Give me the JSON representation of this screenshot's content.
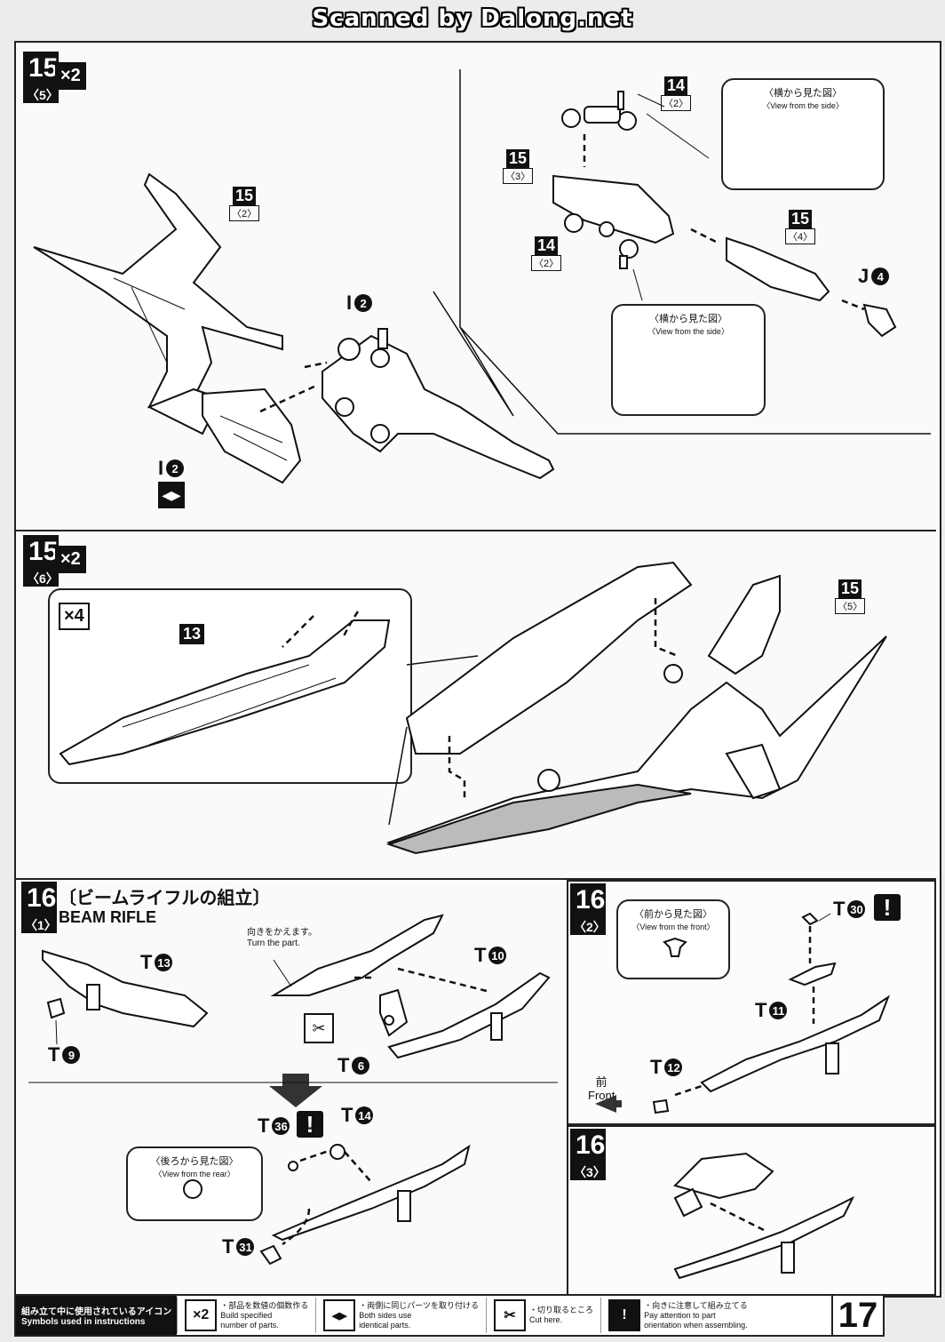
{
  "watermark": "Scanned by Dalong.net",
  "steps": {
    "s15_5": {
      "num": "15",
      "sub": "〈5〉",
      "mult": "×2",
      "refs": {
        "r15_2": {
          "n": "15",
          "s": "〈2〉"
        },
        "r14_2a": {
          "n": "14",
          "s": "〈2〉"
        },
        "r15_3": {
          "n": "15",
          "s": "〈3〉"
        },
        "r14_2b": {
          "n": "14",
          "s": "〈2〉"
        },
        "r15_4": {
          "n": "15",
          "s": "〈4〉"
        }
      },
      "tags": {
        "i2a": {
          "l": "I",
          "n": "2"
        },
        "i2b": {
          "l": "I",
          "n": "2"
        },
        "j4": {
          "l": "J",
          "n": "4"
        }
      },
      "callout_side_1": {
        "jp": "〈横から見た図〉",
        "en": "〈View from the side〉"
      },
      "callout_side_2": {
        "jp": "〈横から見た図〉",
        "en": "〈View from the side〉"
      }
    },
    "s15_6": {
      "num": "15",
      "sub": "〈6〉",
      "mult": "×2",
      "inset_mult": "×4",
      "part_13": "13",
      "ref_15_5": {
        "n": "15",
        "s": "〈5〉"
      }
    },
    "s16_1": {
      "num": "16",
      "sub": "〈1〉",
      "title_jp": "〔ビームライフルの組立〕",
      "title_en": "BEAM RIFLE",
      "turn_jp": "向きをかえます。",
      "turn_en": "Turn the part.",
      "tags": {
        "t13": {
          "l": "T",
          "n": "13"
        },
        "t9": {
          "l": "T",
          "n": "9"
        },
        "t10": {
          "l": "T",
          "n": "10"
        },
        "t6": {
          "l": "T",
          "n": "6"
        },
        "t36": {
          "l": "T",
          "n": "36"
        },
        "t14": {
          "l": "T",
          "n": "14"
        },
        "t31": {
          "l": "T",
          "n": "31"
        }
      },
      "callout_rear": {
        "jp": "〈後ろから見た図〉",
        "en": "〈View from the rear〉"
      },
      "warn": "!"
    },
    "s16_2": {
      "num": "16",
      "sub": "〈2〉",
      "tags": {
        "t30": {
          "l": "T",
          "n": "30"
        },
        "t11": {
          "l": "T",
          "n": "11"
        },
        "t12": {
          "l": "T",
          "n": "12"
        }
      },
      "callout_front": {
        "jp": "〈前から見た図〉",
        "en": "〈View from the front〉"
      },
      "front_jp": "前",
      "front_en": "Front",
      "warn": "!"
    },
    "s16_3": {
      "num": "16",
      "sub": "〈3〉"
    }
  },
  "legend": {
    "title_jp": "組み立て中に使用されているアイコン",
    "title_en": "Symbols used in instructions",
    "items": [
      {
        "icon": "×2",
        "jp": "・部品を数値の個数作る",
        "en1": "Build specified",
        "en2": "number of parts."
      },
      {
        "icon": "◀▶",
        "jp": "・両側に同じパーツを取り付ける",
        "en1": "Both sides use",
        "en2": "identical parts."
      },
      {
        "icon": "✂",
        "jp": "・切り取るところ",
        "en1": "Cut here.",
        "en2": ""
      },
      {
        "icon": "!",
        "jp": "・向きに注意して組み立てる",
        "en1": "Pay attention to part",
        "en2": "orientation when assembling."
      }
    ]
  },
  "page_number": "17"
}
